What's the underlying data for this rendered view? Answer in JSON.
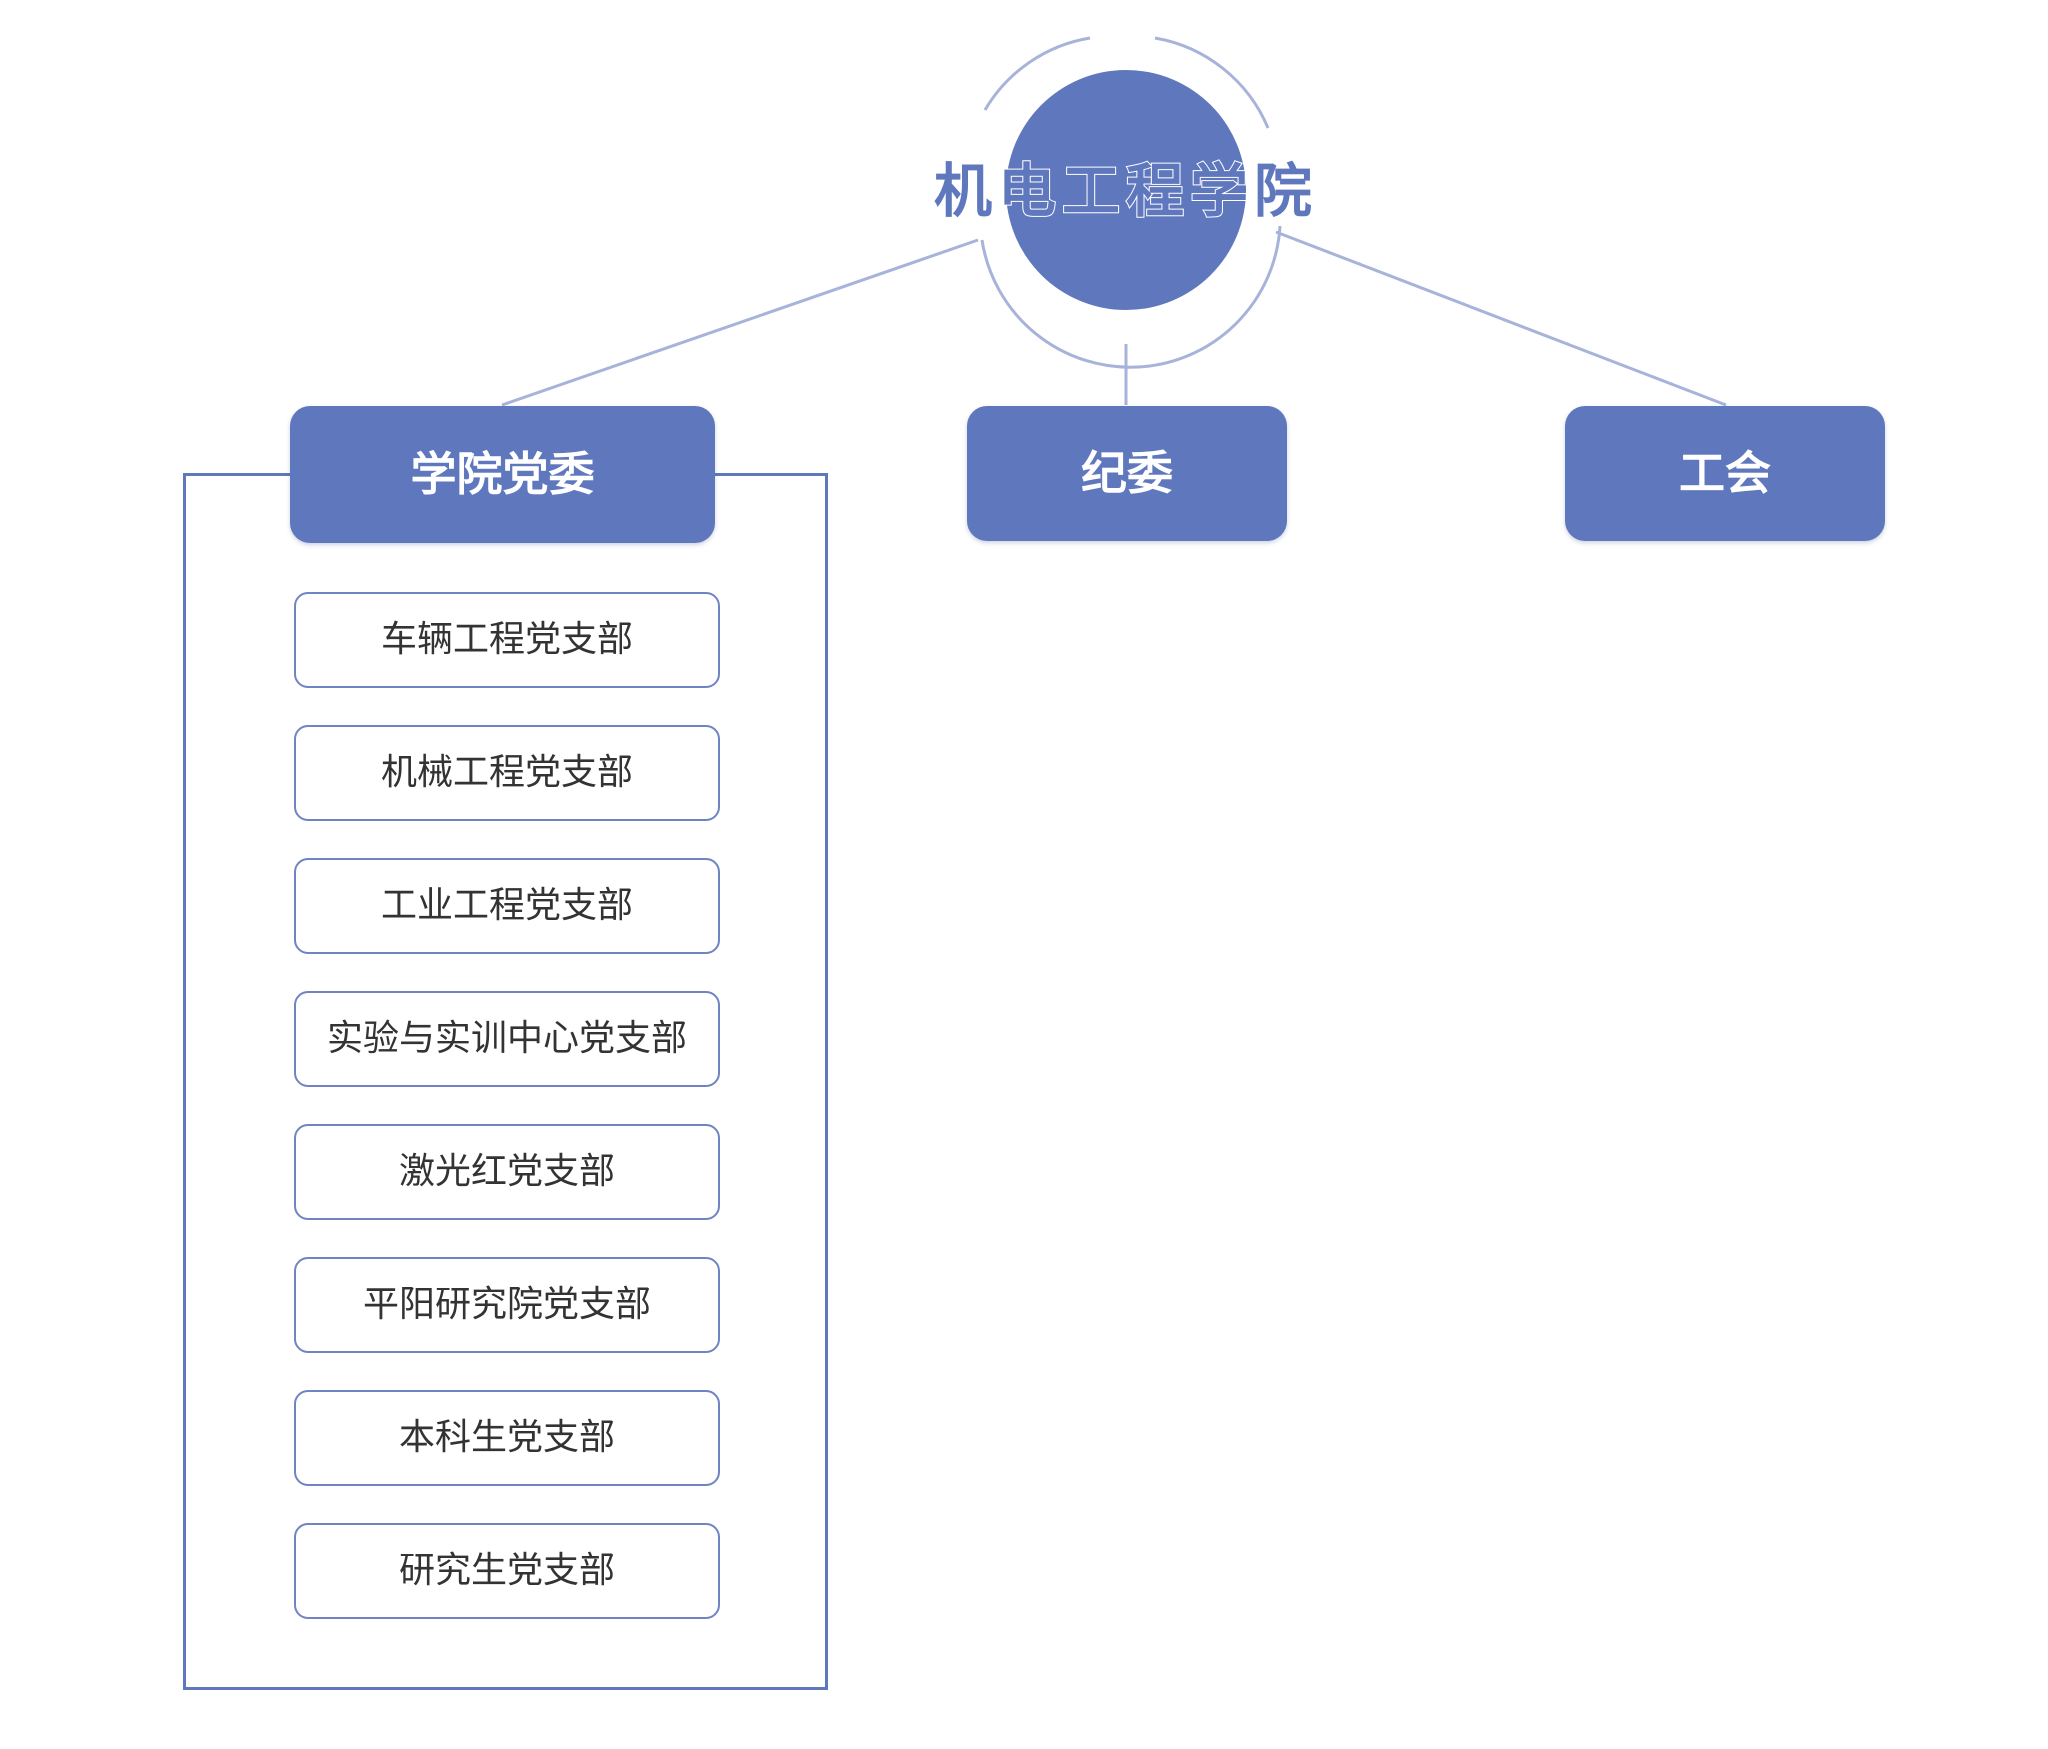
{
  "root": {
    "title": "机电工程学院"
  },
  "departments": [
    {
      "label": "学院党委"
    },
    {
      "label": "纪委"
    },
    {
      "label": "工会"
    }
  ],
  "branches": [
    {
      "label": "车辆工程党支部"
    },
    {
      "label": "机械工程党支部"
    },
    {
      "label": "工业工程党支部"
    },
    {
      "label": "实验与实训中心党支部"
    },
    {
      "label": "激光红党支部"
    },
    {
      "label": "平阳研究院党支部"
    },
    {
      "label": "本科生党支部"
    },
    {
      "label": "研究生党支部"
    }
  ],
  "colors": {
    "primary": "#5f77bd",
    "connector": "#a7b3d9",
    "border": "#7084c4",
    "text": "#333333"
  }
}
